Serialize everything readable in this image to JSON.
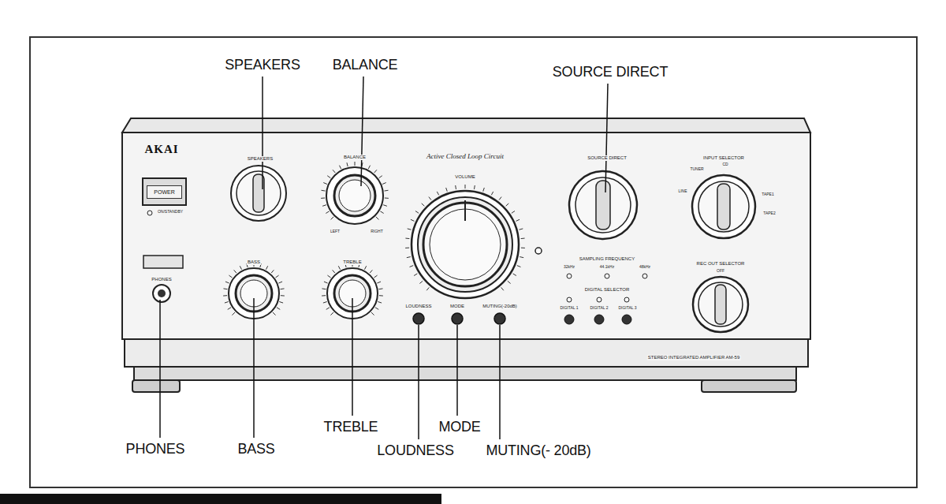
{
  "diagram": {
    "nodes": [
      {
        "text": [
          "POWER"
        ]
      }
    ],
    "labels": [
      "SPEAKERS",
      "BALANCE",
      "SOURCE DIRECT",
      "PHONES",
      "BASS",
      "TREBLE",
      "LOUDNESS",
      "MODE",
      "MUTING(- 20dB)",
      "AKAI",
      "ON/STANDBY",
      "PHONES",
      "SPEAKERS",
      "BALANCE",
      "LEFT",
      "RIGHT",
      "BASS",
      "TREBLE",
      "Active Closed Loop Circuit",
      "VOLUME",
      "LOUDNESS",
      "MODE",
      "MUTING(-20dB)",
      "SOURCE DIRECT",
      "INPUT SELECTOR",
      "TUNER",
      "CD",
      "LINE",
      "TAPE1",
      "TAPE2",
      "REC OUT SELECTOR",
      "OFF",
      "SAMPLING FREQUENCY",
      "32kHz",
      "44.1kHz",
      "48kHz",
      "DIGITAL SELECTOR",
      "DIGITAL 1",
      "DIGITAL 2",
      "DIGITAL 3",
      "STEREO INTEGRATED AMPLIFIER AM-59"
    ]
  }
}
